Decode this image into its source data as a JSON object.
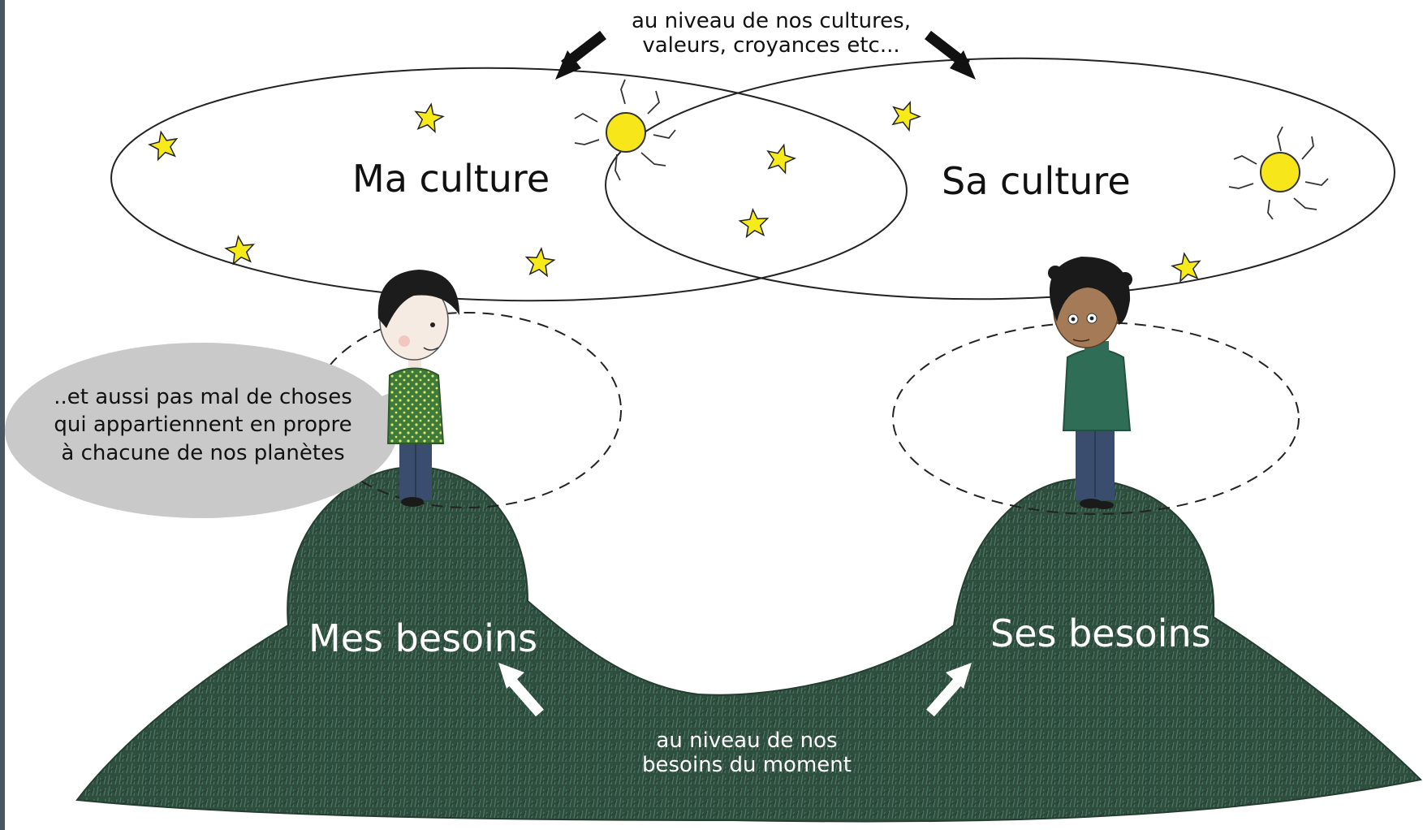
{
  "labels": {
    "top_note_line1": "au niveau de nos cultures,",
    "top_note_line2": "valeurs, croyances etc...",
    "my_culture": "Ma culture",
    "their_culture": "Sa culture",
    "speech_line1": "..et aussi pas mal de choses",
    "speech_line2": "qui appartiennent en propre",
    "speech_line3": "à chacune de nos planètes",
    "my_needs": "Mes besoins",
    "their_needs": "Ses besoins",
    "bottom_note_line1": "au niveau de nos",
    "bottom_note_line2": "besoins du moment"
  },
  "colors": {
    "grass": "#2f4f3e",
    "grass_light": "#44695a",
    "star": "#f7ea1a",
    "sun": "#f7e61a",
    "bubble": "#c9c9c9",
    "left_border": "#4a5663",
    "shirt_left": "#3f7a3a",
    "shirt_right": "#2f6d57",
    "pants": "#3a4d6e"
  },
  "icons": [
    "star-icon",
    "sun-icon",
    "black-arrow-icon",
    "white-arrow-icon",
    "speech-bubble",
    "person-icon"
  ]
}
